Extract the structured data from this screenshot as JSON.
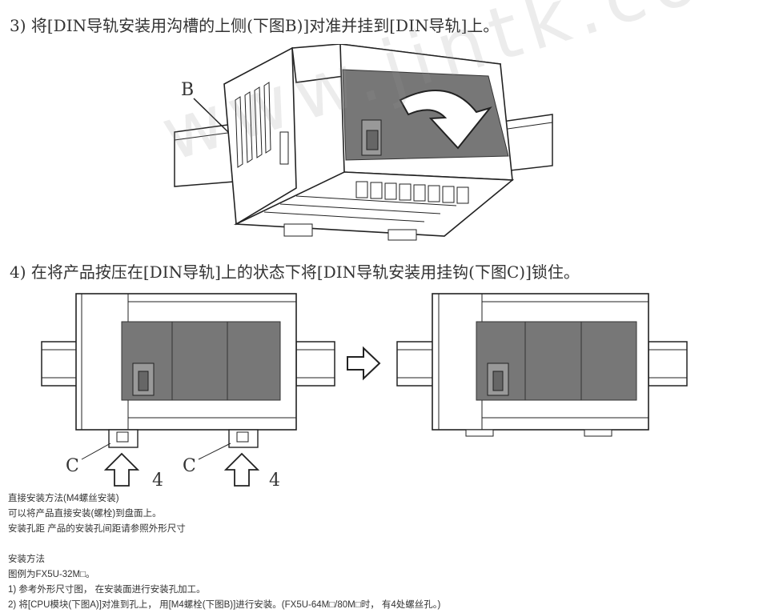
{
  "step3": "3)  将[DIN导轨安装用沟槽的上侧(下图B)]对准并挂到[DIN导轨]上。",
  "step4": "4)  在将产品按压在[DIN导轨]上的状态下将[DIN导轨安装用挂钩(下图C)]锁住。",
  "labels": {
    "b": "B",
    "c1": "C",
    "n1": "4",
    "c2": "C",
    "n2": "4"
  },
  "watermark": "www.jintk.com",
  "notes": [
    "直接安装方法(M4螺丝安装)",
    "可以将产品直接安装(螺栓)到盘面上。",
    "安装孔距 产品的安装孔间距请参照外形尺寸",
    "",
    "安装方法",
    "图例为FX5U-32M□。",
    "1) 参考外形尺寸图， 在安装面进行安装孔加工。",
    "2) 将[CPU模块(下图A)]对准到孔上， 用[M4螺栓(下图B)]进行安装。(FX5U-64M□/80M□时， 有4处螺丝孔。)"
  ]
}
